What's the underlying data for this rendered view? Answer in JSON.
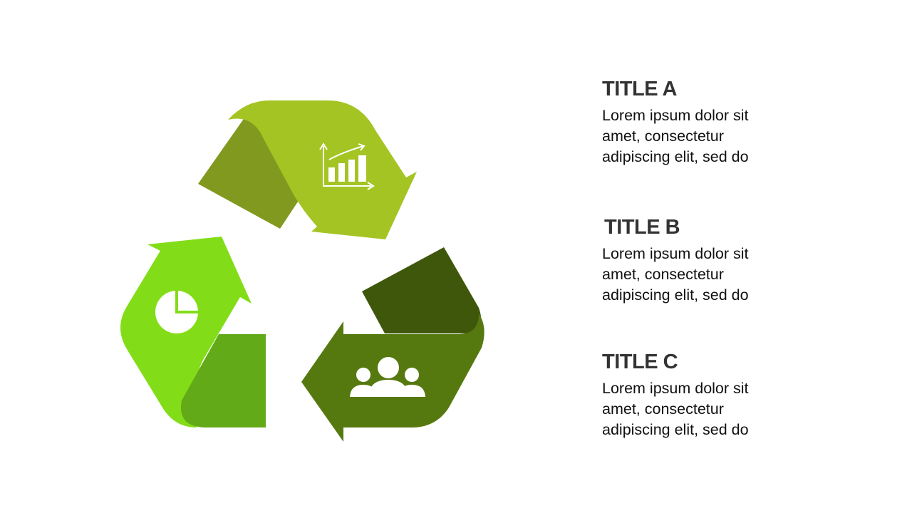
{
  "blocks": [
    {
      "title": "TITLE A",
      "text": "Lorem ipsum dolor sit amet, consectetur adipiscing elit, sed do"
    },
    {
      "title": "TITLE B",
      "text": "Lorem ipsum dolor sit amet, consectetur adipiscing elit, sed do"
    },
    {
      "title": "TITLE C",
      "text": "Lorem ipsum dolor sit amet, consectetur adipiscing elit, sed do"
    }
  ],
  "colors": {
    "arrow_top_light": "#a4c423",
    "arrow_top_dark": "#82991f",
    "arrow_right_main": "#56790f",
    "arrow_right_dark": "#3e570a",
    "arrow_left_light": "#82dd18",
    "arrow_left_dark": "#63aa18",
    "icon": "#ffffff",
    "title_text": "#333333",
    "body_text": "#111111"
  },
  "icons": {
    "top_arrow": "bar-chart-icon",
    "right_arrow": "people-icon",
    "left_arrow": "pie-chart-icon"
  }
}
